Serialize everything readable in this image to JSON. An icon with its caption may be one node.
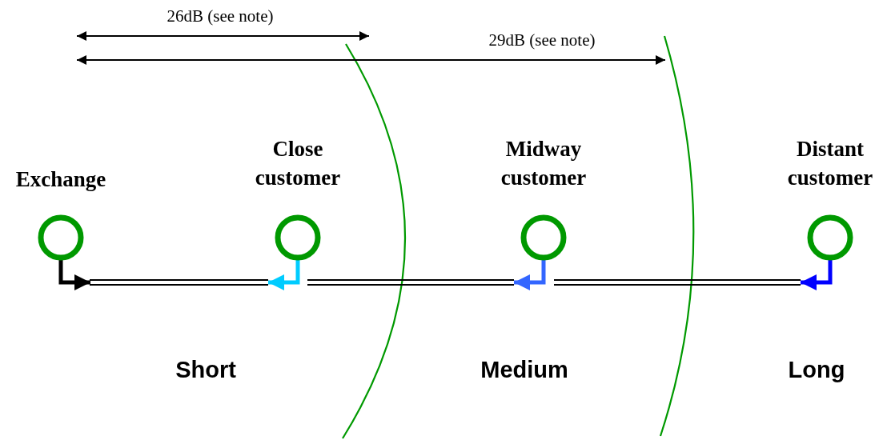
{
  "diagram": {
    "nodes": [
      {
        "text": [
          "Exchange"
        ]
      },
      {
        "text": [
          "Close customer"
        ]
      },
      {
        "text": [
          "Midway customer"
        ]
      },
      {
        "text": [
          "Distant customer"
        ]
      }
    ],
    "edges": [
      {
        "from": 0,
        "to": null,
        "arrow": "to"
      },
      {
        "from": 1,
        "to": null,
        "arrow": "to",
        "color": "#00ccff"
      },
      {
        "from": 2,
        "to": null,
        "arrow": "to",
        "color": "#3366ff"
      },
      {
        "from": 3,
        "to": null,
        "arrow": "to",
        "color": "#0000ff"
      },
      {
        "from": 0,
        "to": 1,
        "arrow": "none"
      },
      {
        "from": 1,
        "to": 2,
        "arrow": "none"
      },
      {
        "from": 2,
        "to": 3,
        "arrow": "none"
      }
    ],
    "labels": [
      "26dB (see note)",
      "29dB (see note)",
      "Short",
      "Medium",
      "Long"
    ]
  }
}
